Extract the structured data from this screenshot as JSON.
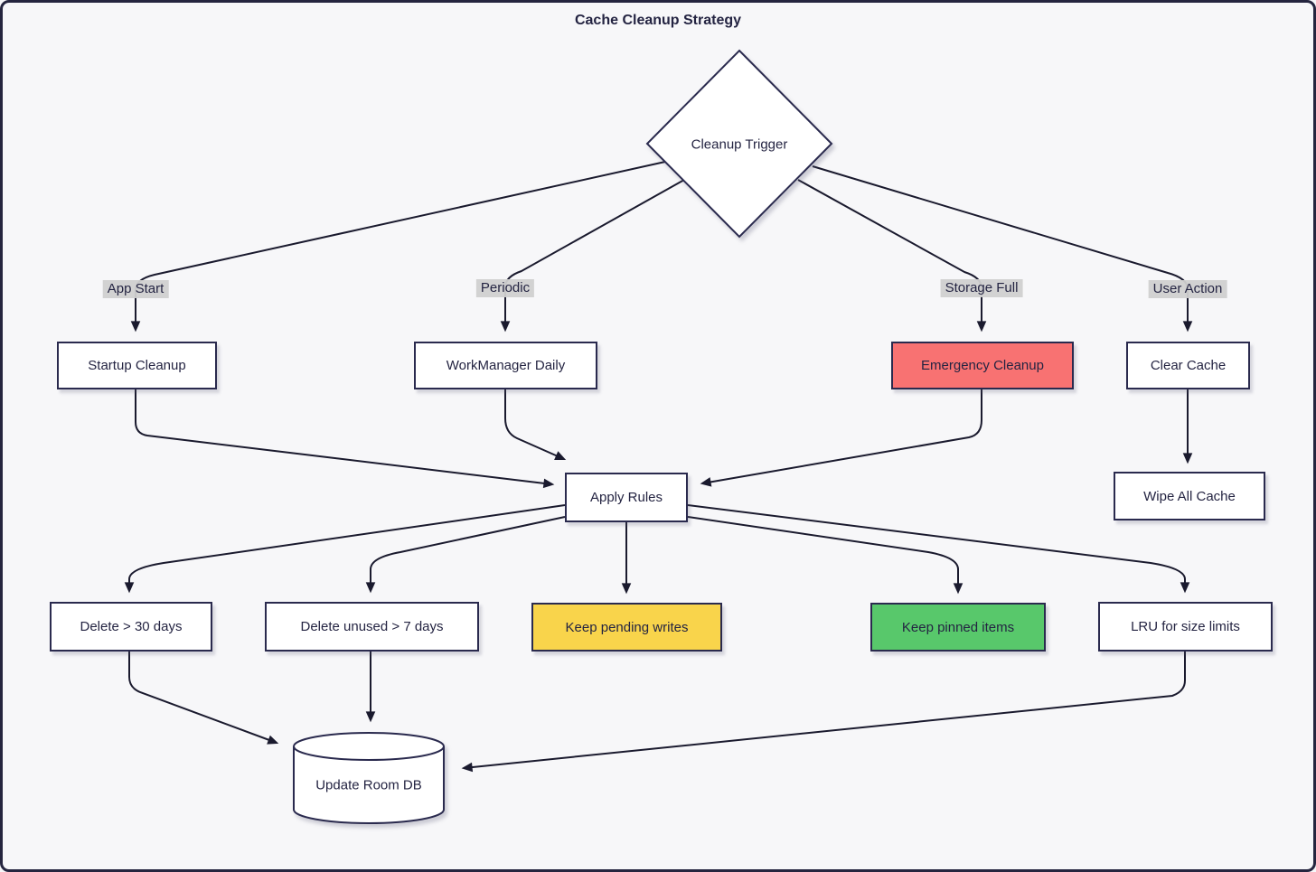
{
  "diagram": {
    "title": "Cache Cleanup Strategy",
    "nodes": {
      "cleanup_trigger": "Cleanup Trigger",
      "startup_cleanup": "Startup Cleanup",
      "workmanager_daily": "WorkManager Daily",
      "emergency_cleanup": "Emergency Cleanup",
      "clear_cache": "Clear Cache",
      "apply_rules": "Apply Rules",
      "wipe_all_cache": "Wipe All Cache",
      "delete_30_days": "Delete > 30 days",
      "delete_unused_7_days": "Delete unused > 7 days",
      "keep_pending_writes": "Keep pending writes",
      "keep_pinned_items": "Keep pinned items",
      "lru_size_limits": "LRU for size limits",
      "update_room_db": "Update Room DB"
    },
    "edge_labels": {
      "app_start": "App Start",
      "periodic": "Periodic",
      "storage_full": "Storage Full",
      "user_action": "User Action"
    },
    "colors": {
      "background": "#F7F7F9",
      "node_border": "#2A2A4E",
      "edge_line": "#1A1A2E",
      "text": "#242442",
      "edge_label_bg": "#D0D0D0",
      "emergency_fill": "#F87272",
      "pending_fill": "#F9D44B",
      "pinned_fill": "#58C86B"
    }
  }
}
